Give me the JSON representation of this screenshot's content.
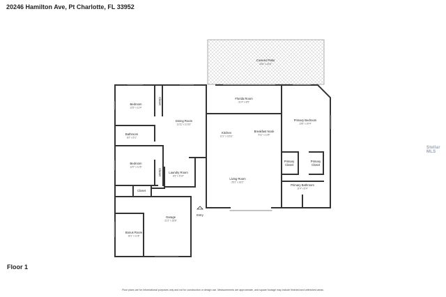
{
  "title": "20246 Hamilton Ave, Pt Charlotte, FL 33952",
  "floor": "Floor 1",
  "disclaimer": "Floor plans are for informational purposes only and not for construction or design use. Measurements are approximate, and square footage may include finished and unfinished areas.",
  "watermark": "Stellar MLS",
  "rooms": {
    "covered_patio": {
      "name": "Covered Patio",
      "dims": "33'6\" x 13'6\""
    },
    "florida_room": {
      "name": "Florida Room",
      "dims": "21'4\" x 8'5\""
    },
    "bedroom_1": {
      "name": "Bedroom",
      "dims": "12'5\" x 11'4\""
    },
    "bathroom": {
      "name": "Bathroom",
      "dims": "8'2\" x 5'1\""
    },
    "bedroom_2": {
      "name": "Bedroom",
      "dims": "12'0\" x 11'6\""
    },
    "closet_top": {
      "name": "Closet"
    },
    "closet_mid": {
      "name": "Closet"
    },
    "closet_bottom": {
      "name": "Closet"
    },
    "dining_room": {
      "name": "Dining Room",
      "dims": "11'11\" x 21'10\""
    },
    "kitchen": {
      "name": "Kitchen",
      "dims": "11'1\" x 16'11\""
    },
    "breakfast_nook": {
      "name": "Breakfast Nook",
      "dims": "9'11\" x 11'8\""
    },
    "laundry_room": {
      "name": "Laundry Room",
      "dims": "8'3\" x 5'10\""
    },
    "living_room": {
      "name": "Living Room",
      "dims": "25'1\" x 16'2\""
    },
    "primary_bedroom": {
      "name": "Primary Bedroom",
      "dims": "13'6\" x 20'4\""
    },
    "primary_closet_left": {
      "name": "Primary Closet"
    },
    "primary_closet_right": {
      "name": "Primary Closet"
    },
    "primary_bathroom": {
      "name": "Primary Bathroom",
      "dims": "11'4\" x 6'4\""
    },
    "garage": {
      "name": "Garage",
      "dims": "21'2\" x 18'6\""
    },
    "bonus_room": {
      "name": "Bonus Room",
      "dims": "16'1\" x 11'8\""
    }
  },
  "entry_label": "Entry"
}
